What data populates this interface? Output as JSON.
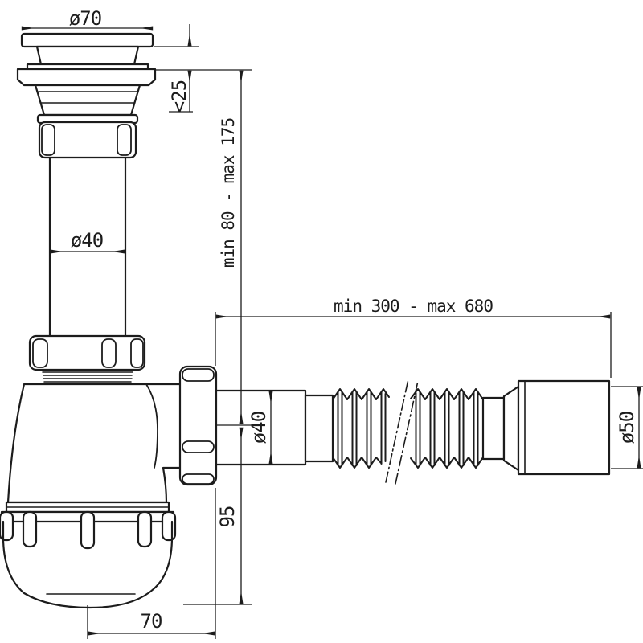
{
  "drawing": {
    "colors": {
      "background": "#ffffff",
      "line": "#1c1c1c"
    },
    "dimensions": {
      "flange_diameter": "ø70",
      "sink_thickness_max": "<25",
      "inlet_height_range": "min 80 - max 175",
      "inlet_diameter": "ø40",
      "flex_length_range": "min 300 - max 680",
      "outlet_diameter": "ø40",
      "flex_end_diameter": "ø50",
      "body_depth": "95",
      "outlet_offset": "70"
    }
  }
}
